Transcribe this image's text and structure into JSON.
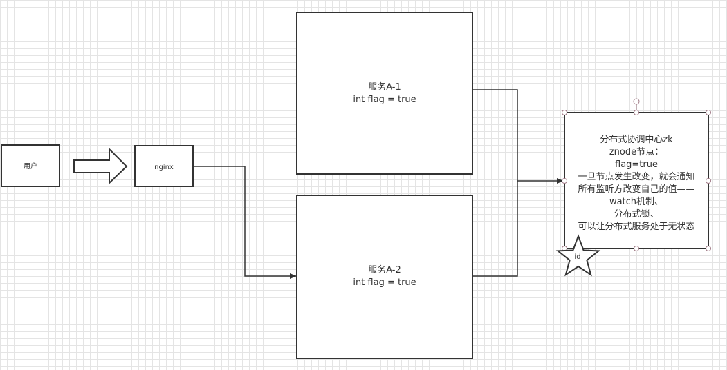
{
  "nodes": {
    "user": {
      "label": "用户"
    },
    "nginx": {
      "label": "nginx"
    },
    "service_a1": {
      "lines": [
        "服务A-1",
        "int flag = true"
      ]
    },
    "service_a2": {
      "lines": [
        "服务A-2",
        "int flag = true"
      ]
    },
    "zk": {
      "lines": [
        "分布式协调中心zk",
        "znode节点：",
        "flag=true",
        "一旦节点发生改变，就会通知",
        "所有监听方改变自己的值——",
        "watch机制、",
        "分布式锁、",
        "可以让分布式服务处于无状态"
      ]
    },
    "star": {
      "label": "id"
    }
  },
  "colors": {
    "stroke": "#333333",
    "handle": "#a07a86",
    "grid": "#e4e4e4"
  }
}
